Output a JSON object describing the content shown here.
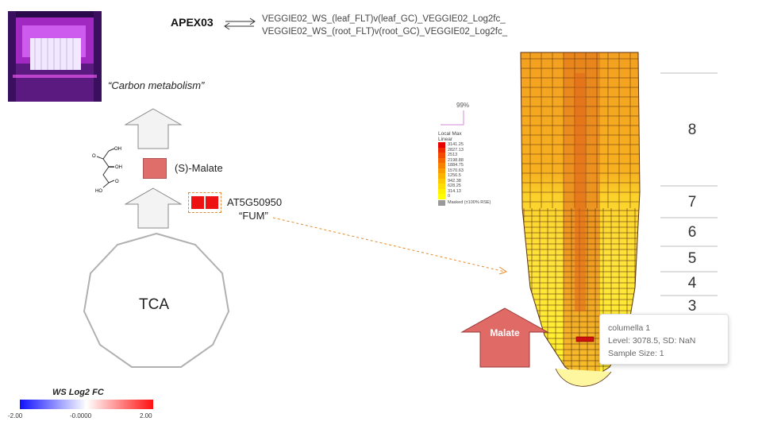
{
  "header": {
    "gene": "APEX03",
    "datasets": [
      "VEGGIE02_WS_(leaf_FLT)v(leaf_GC)_VEGGIE02_Log2fc_",
      "VEGGIE02_WS_(root_FLT)v(root_GC)_VEGGIE02_Log2fc_"
    ]
  },
  "pathway": {
    "title": "“Carbon metabolism”",
    "metabolite": "(S)-Malate",
    "gene_id": "AT5G50950",
    "gene_name": "“FUM”",
    "cycle": "TCA",
    "structure_labels": [
      "OH",
      "OH",
      "HO",
      "O",
      "O"
    ]
  },
  "ws_legend": {
    "title": "WS Log2 FC",
    "min": "-2.00",
    "mid": "-0.0000",
    "max": "2.00",
    "colors": {
      "low": "#1010ff",
      "mid": "#ffffff",
      "high": "#ff1010"
    }
  },
  "efp": {
    "percent": "99%",
    "scale_title": "Local Max",
    "scale_type": "Linear",
    "scale_values": [
      "3141.25",
      "2827.13",
      "2513",
      "2198.88",
      "1884.75",
      "1570.63",
      "1256.5",
      "942.38",
      "628.25",
      "314.13",
      "0"
    ],
    "scale_colors": [
      "#e80000",
      "#ee2a00",
      "#f24b00",
      "#f46800",
      "#f68200",
      "#f89c00",
      "#fab400",
      "#fcca00",
      "#fedd00",
      "#ffef00",
      "#ffff00"
    ],
    "masked_label": "Masked (±100% RSE)",
    "stages": [
      "8",
      "7",
      "6",
      "5",
      "4",
      "3"
    ],
    "arrow_label": "Malate"
  },
  "tooltip": {
    "tissue": "columella 1",
    "level": "Level: 3078.5, SD: NaN",
    "sample_size": "Sample Size: 1"
  }
}
